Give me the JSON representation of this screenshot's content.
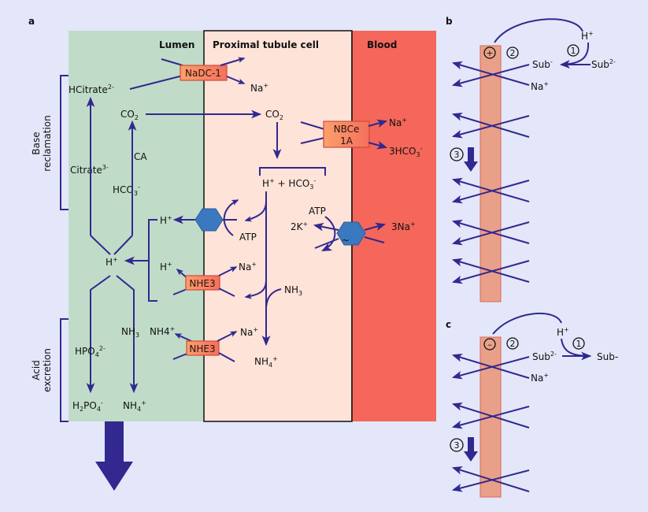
{
  "colors": {
    "background": "#e3e7f9",
    "lumen": "#c0dcc8",
    "cell": "#fde3d8",
    "blood": "#f4675a",
    "arrow": "#32288f",
    "transporter_box": "#f58a62",
    "pump_hexagon": "#3a78c0",
    "membrane": "#e9a088"
  },
  "panel_a": {
    "label": "a",
    "compartments": {
      "lumen": "Lumen",
      "cell": "Proximal tubule cell",
      "blood": "Blood"
    },
    "brackets": {
      "base": [
        "Base",
        "reclamation"
      ],
      "acid": [
        "Acid",
        "excretion"
      ]
    },
    "transporters": {
      "nadc": "NaDC-1",
      "nbce_1": "NBCe",
      "nbce_2": "1A",
      "nhe3_top": "NHE3",
      "nhe3_bottom": "NHE3"
    },
    "labels": {
      "hcitrate": "HCitrate",
      "hcitrate_sup": "2-",
      "citrate": "Citrate",
      "citrate_sup": "3-",
      "co2_lumen": "CO",
      "co2_lumen_sub": "2",
      "ca": "CA",
      "hco3_lumen": "HCO",
      "hco3_lumen_sub": "3",
      "hco3_lumen_sup": "-",
      "na_nadc": "Na",
      "na_nadc_sup": "+",
      "co2_cell": "CO",
      "co2_cell_sub": "2",
      "h_hco3": "H",
      "h_hco3_sup": "+",
      "h_hco3_plus": " + HCO",
      "h_hco3_sub": "3",
      "h_hco3_sup2": "-",
      "na_blood": "Na",
      "na_blood_sup": "+",
      "hco3_blood": "3HCO",
      "hco3_blood_sub": "3",
      "hco3_blood_sup": "-",
      "h_pump": "H",
      "h_pump_sup": "+",
      "atp_pump": "ATP",
      "atp_naK": "ATP",
      "k": "2K",
      "k_sup": "+",
      "na3": "3Na",
      "na3_sup": "+",
      "tilde": "~",
      "h_center": "H",
      "h_center_sup": "+",
      "h_nhe": "H",
      "h_nhe_sup": "+",
      "na_nhe": "Na",
      "na_nhe_sup": "+",
      "nh3_cell": "NH",
      "nh3_cell_sub": "3",
      "nh3_lumen": "NH",
      "nh3_lumen_sub": "3",
      "nh4_nhe": "NH4",
      "nh4_nhe_sup": "+",
      "na_nhe2": "Na",
      "na_nhe2_sup": "+",
      "nh4_cell": "NH",
      "nh4_cell_sub": "4",
      "nh4_cell_sup": "+",
      "hpo4": "HPO",
      "hpo4_sub": "4",
      "hpo4_sup": "2-",
      "h2po4_a": "H",
      "h2po4_sub1": "2",
      "h2po4_b": "PO",
      "h2po4_sub2": "4",
      "h2po4_sup": "-",
      "nh4_lumen": "NH",
      "nh4_lumen_sub": "4",
      "nh4_lumen_sup": "+"
    }
  },
  "panel_b": {
    "label": "b",
    "charge": "+",
    "step1": "1",
    "step2": "2",
    "step3": "3",
    "h": "H",
    "h_sup": "+",
    "sub_minus": "Sub",
    "sub_minus_sup": "-",
    "sub_2minus": "Sub",
    "sub_2minus_sup": "2-",
    "na": "Na",
    "na_sup": "+"
  },
  "panel_c": {
    "label": "c",
    "charge": "–",
    "step1": "1",
    "step2": "2",
    "step3": "3",
    "h": "H",
    "h_sup": "+",
    "sub_2minus": "Sub",
    "sub_2minus_sup": "2-",
    "sub_minus": "Sub-",
    "na": "Na",
    "na_sup": "+"
  }
}
